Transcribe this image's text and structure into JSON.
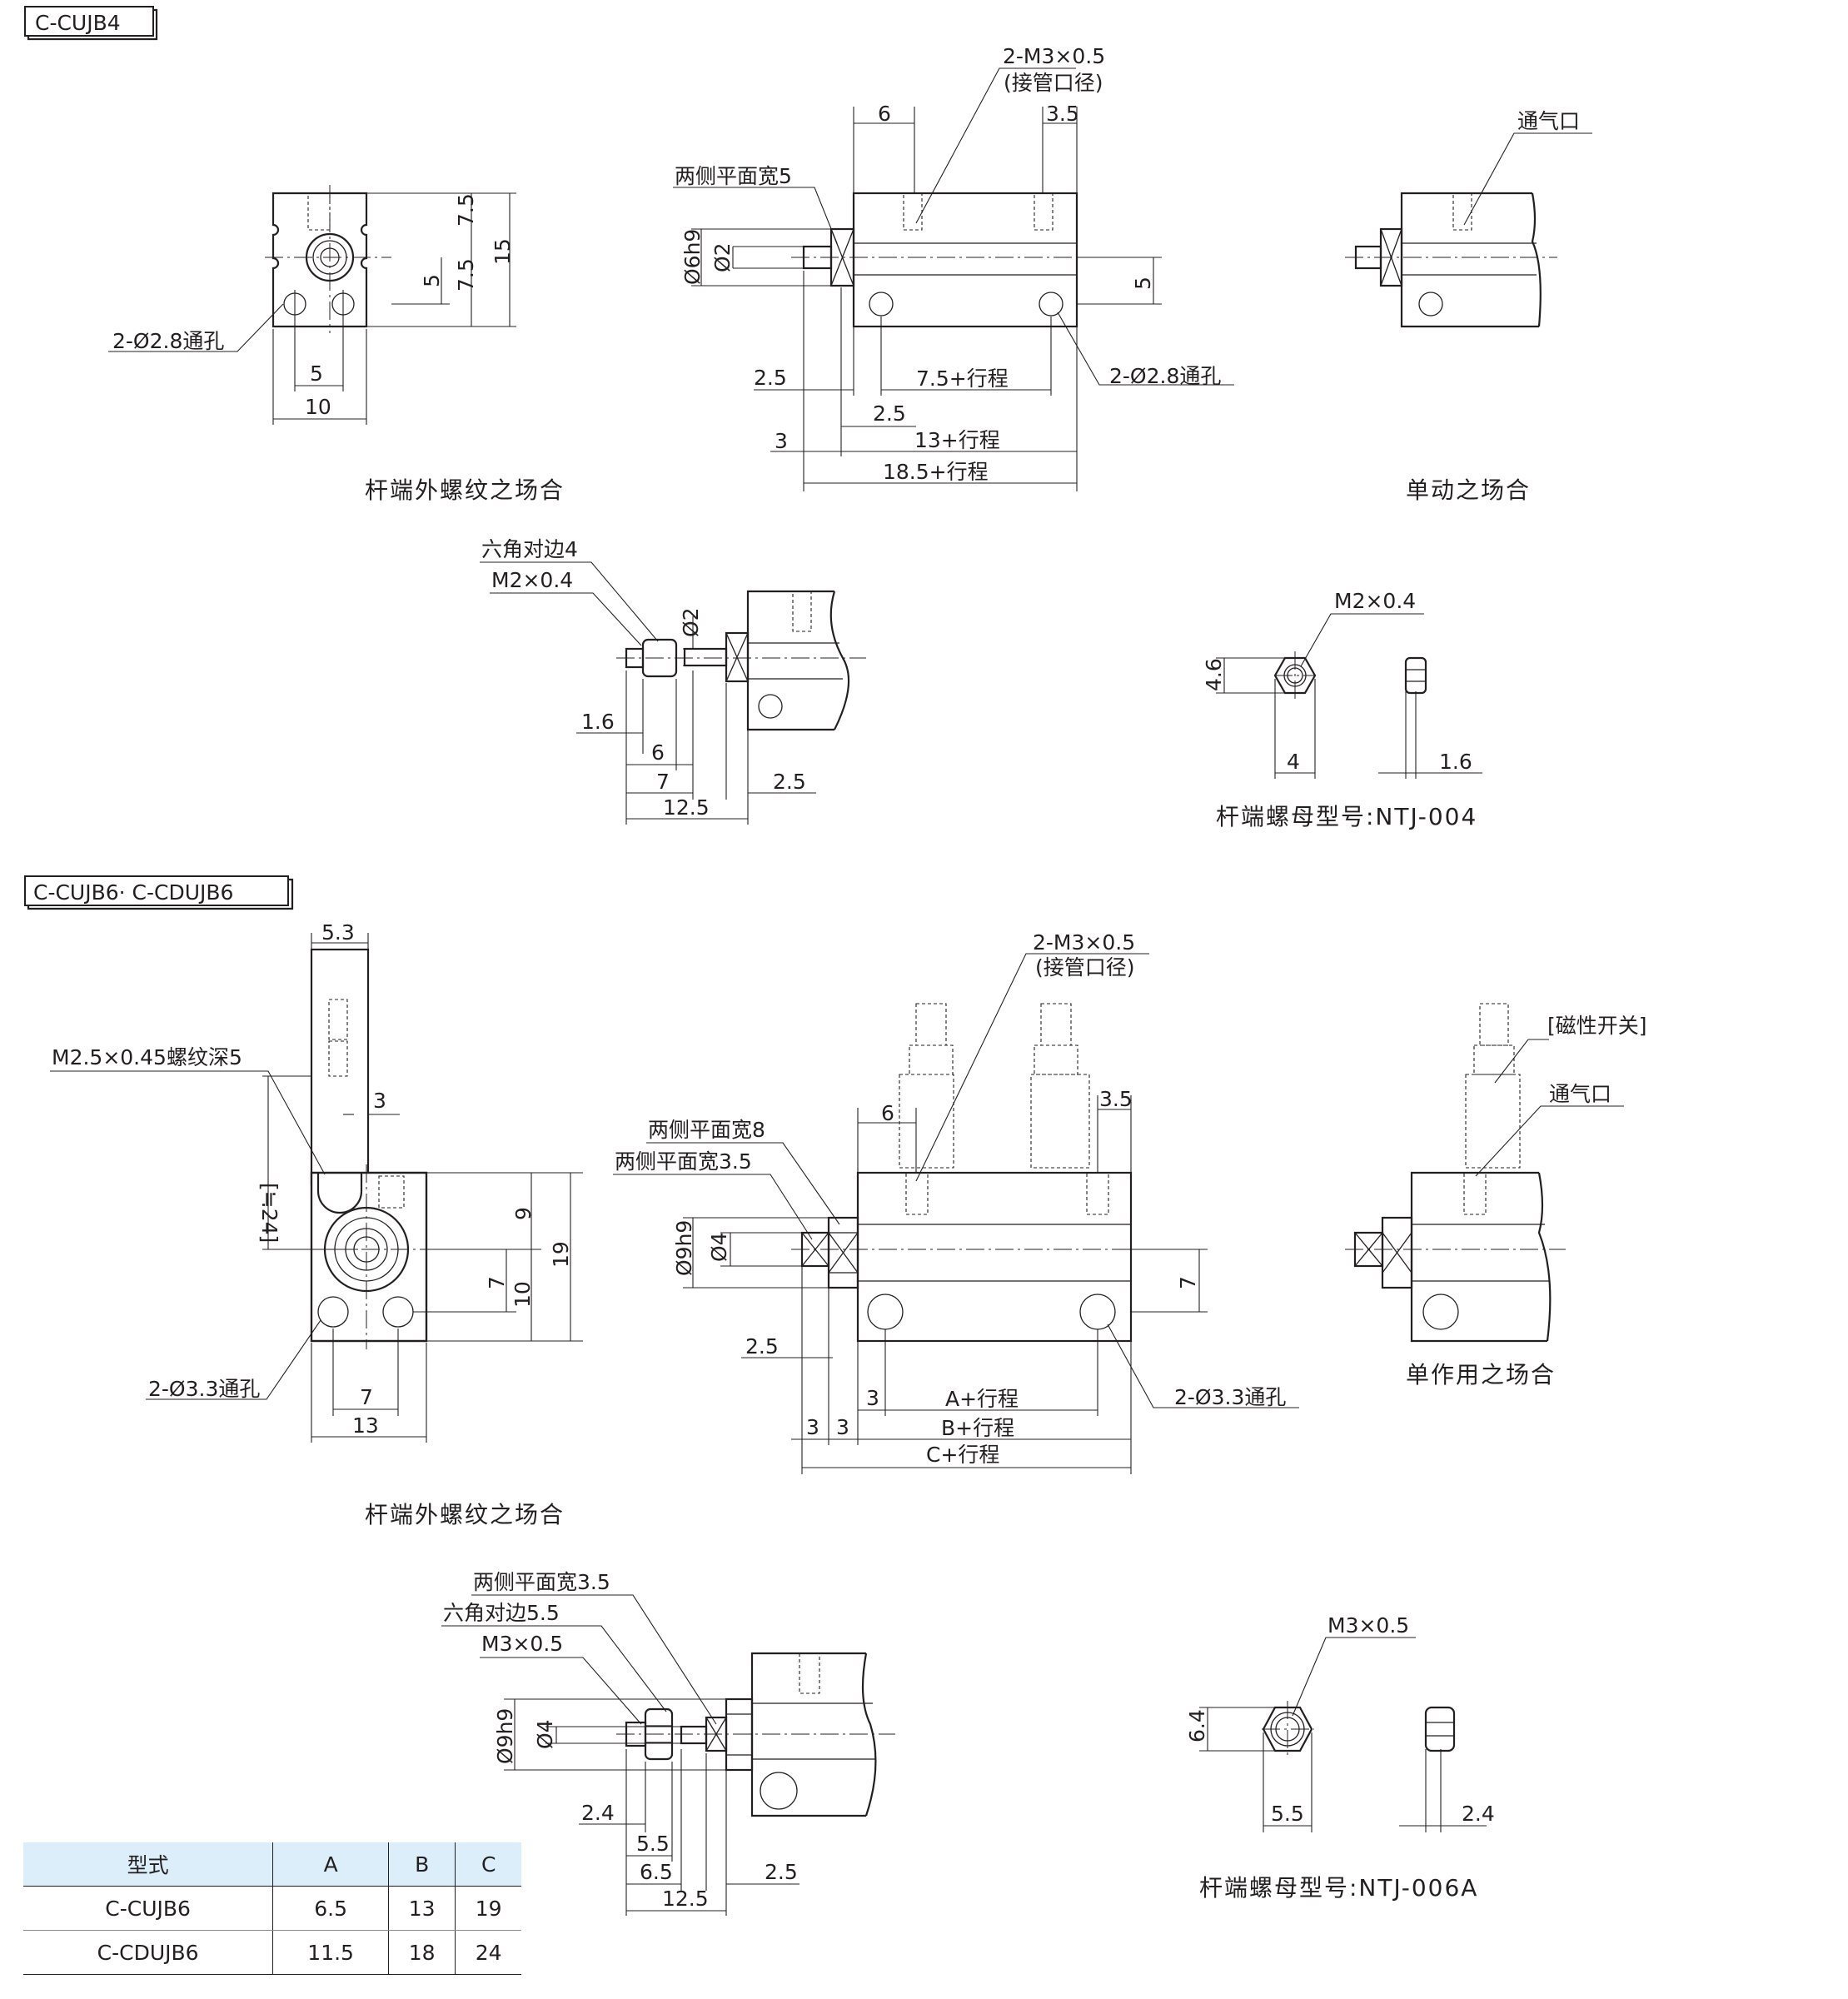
{
  "sections": {
    "cujb4": "C-CUJB4",
    "cujb6": "C-CUJB6· C-CDUJB6"
  },
  "captions": {
    "rod_external_thread_1": "杆端外螺纹之场合",
    "single_acting_1": "单动之场合",
    "nut_1": "杆端螺母型号:NTJ-004",
    "rod_external_thread_2": "杆端外螺纹之场合",
    "single_acting_2": "单作用之场合",
    "nut_2": "杆端螺母型号:NTJ-006A"
  },
  "labels": {
    "d1_hole": "2-Ø2.8通孔",
    "d1_w10": "10",
    "d1_w5": "5",
    "d1_h75a": "7.5",
    "d1_h75b": "7.5",
    "d1_h15": "15",
    "d1_h5": "5",
    "d2_port": "2-M3×0.5",
    "d2_port_note": "(接管口径)",
    "d2_6": "6",
    "d2_35": "3.5",
    "d2_flat": "两侧平面宽5",
    "d2_phi6": "Ø6h9",
    "d2_phi2": "Ø2",
    "d2_5": "5",
    "d2_25a": "2.5",
    "d2_stroke75": "7.5+行程",
    "d2_hole": "2-Ø2.8通孔",
    "d2_25b": "2.5",
    "d2_3": "3",
    "d2_stroke13": "13+行程",
    "d2_stroke185": "18.5+行程",
    "d3_vent": "通气口",
    "d4_hex": "六角对边4",
    "d4_thread": "M2×0.4",
    "d4_phi2": "Ø2",
    "d4_16": "1.6",
    "d4_6": "6",
    "d4_7": "7",
    "d4_25": "2.5",
    "d4_125": "12.5",
    "d5_thread": "M2×0.4",
    "d5_46": "4.6",
    "d5_4": "4",
    "d5_16": "1.6",
    "d6_53": "5.3",
    "d6_thread": "M2.5×0.45螺纹深5",
    "d6_24": "[≒24]",
    "d6_3": "3",
    "d6_9": "9",
    "d6_19": "19",
    "d6_7": "7",
    "d6_10": "10",
    "d6_hole": "2-Ø3.3通孔",
    "d6_w7": "7",
    "d6_w13": "13",
    "d7_port": "2-M3×0.5",
    "d7_port_note": "(接管口径)",
    "d7_6": "6",
    "d7_35": "3.5",
    "d7_flat8": "两侧平面宽8",
    "d7_flat35": "两侧平面宽3.5",
    "d7_phi9": "Ø9h9",
    "d7_phi4": "Ø4",
    "d7_7": "7",
    "d7_25": "2.5",
    "d7_3a": "3",
    "d7_a": "A+行程",
    "d7_hole": "2-Ø3.3通孔",
    "d7_3b": "3",
    "d7_3c": "3",
    "d7_b": "B+行程",
    "d7_c": "C+行程",
    "d8_switch": "[磁性开关]",
    "d8_vent": "通气口",
    "d9_flat": "两侧平面宽3.5",
    "d9_hex": "六角对边5.5",
    "d9_thread": "M3×0.5",
    "d9_phi9": "Ø9h9",
    "d9_phi4": "Ø4",
    "d9_24": "2.4",
    "d9_55": "5.5",
    "d9_65": "6.5",
    "d9_25": "2.5",
    "d9_125": "12.5",
    "d10_thread": "M3×0.5",
    "d10_64": "6.4",
    "d10_55": "5.5",
    "d10_24": "2.4"
  },
  "table": {
    "headers": [
      "型式",
      "A",
      "B",
      "C"
    ],
    "rows": [
      [
        "C-CUJB6",
        "6.5",
        "13",
        "19"
      ],
      [
        "C-CDUJB6",
        "11.5",
        "18",
        "24"
      ]
    ]
  }
}
